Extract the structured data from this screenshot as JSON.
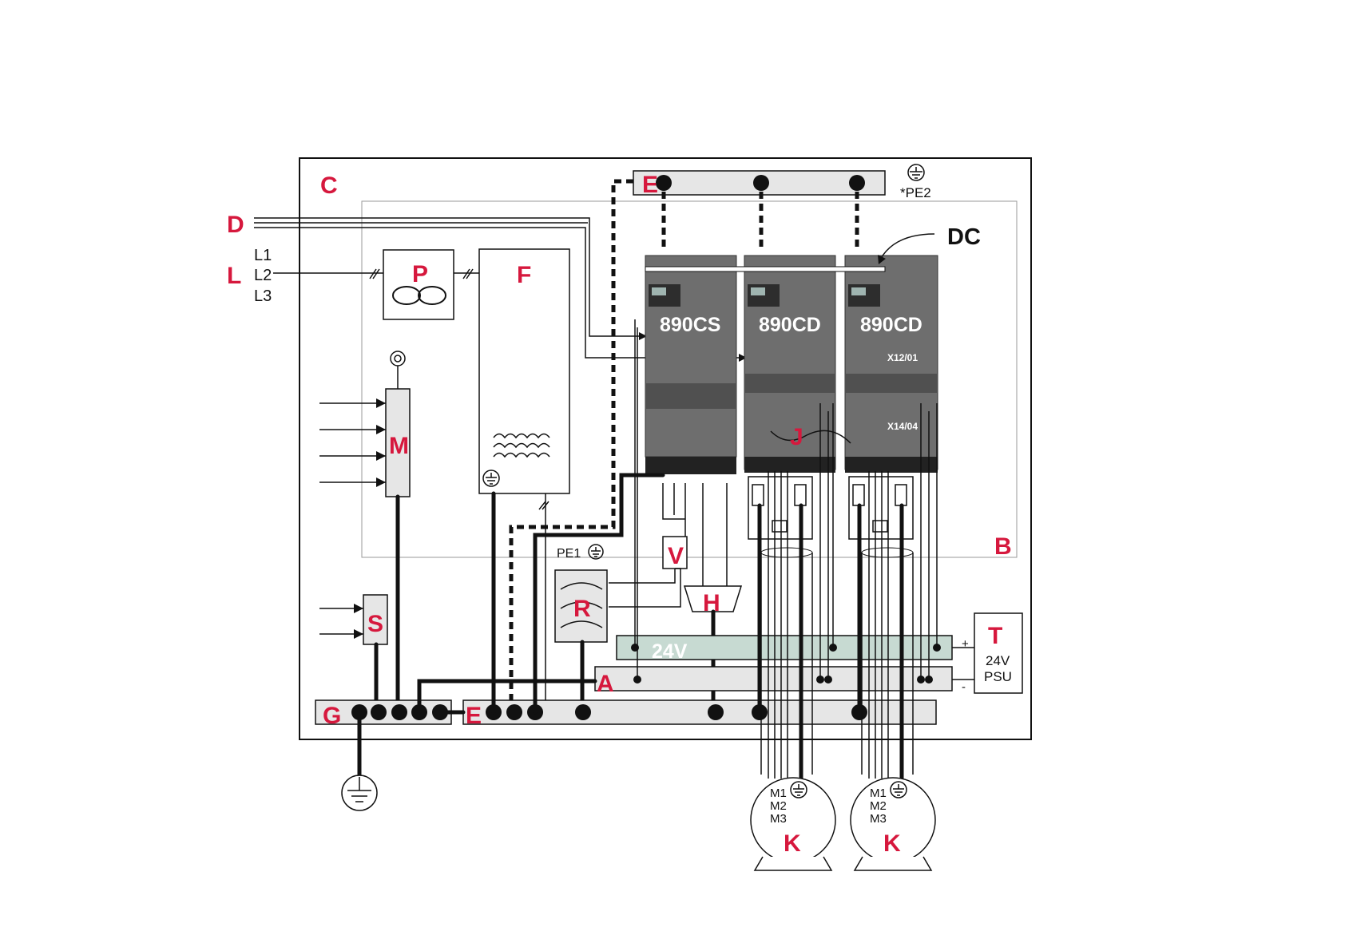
{
  "labels": {
    "a": "A",
    "b": "B",
    "c": "C",
    "d": "D",
    "dc": "DC",
    "e_top": "E",
    "e_bottom": "E",
    "f": "F",
    "g": "G",
    "h": "H",
    "j": "J",
    "k1": "K",
    "k2": "K",
    "l": "L",
    "m": "M",
    "p": "P",
    "r": "R",
    "s": "S",
    "t": "T",
    "v": "V"
  },
  "phases": [
    "L1",
    "L2",
    "L3"
  ],
  "drives": [
    {
      "model": "890CS"
    },
    {
      "model": "890CD",
      "ports": []
    },
    {
      "model": "890CD",
      "ports": [
        "X12/01",
        "X14/04"
      ]
    }
  ],
  "pe1": "PE1",
  "pe2": "*PE2",
  "bus_24v": "24V",
  "psu": {
    "line1": "24V",
    "line2": "PSU",
    "plus": "+",
    "minus": "-"
  },
  "motors": [
    {
      "terminals": [
        "M1",
        "M2",
        "M3"
      ]
    },
    {
      "terminals": [
        "M1",
        "M2",
        "M3"
      ]
    }
  ],
  "colors": {
    "label_red": "#d6183d",
    "drive_gray": "#6e6e6e",
    "bus_gray": "#e6e6e6",
    "bus_green": "#c7dad2"
  }
}
